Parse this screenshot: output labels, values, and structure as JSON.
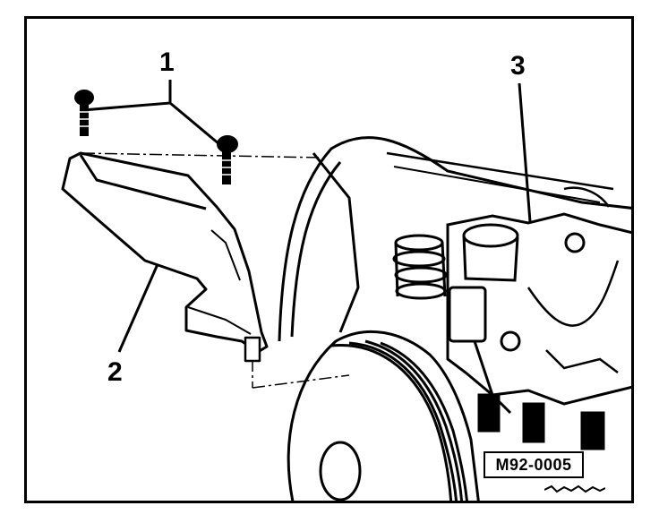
{
  "diagram": {
    "callouts": [
      {
        "id": "1",
        "label": "1"
      },
      {
        "id": "2",
        "label": "2"
      },
      {
        "id": "3",
        "label": "3"
      }
    ],
    "reference_code": "M92-0005"
  }
}
